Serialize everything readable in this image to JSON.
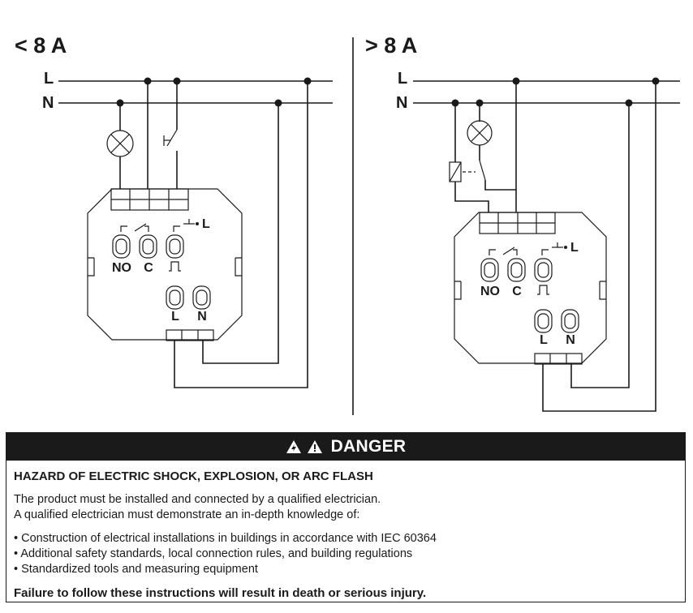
{
  "diagram": {
    "left": {
      "heading": "< 8 A",
      "line_L": "L",
      "line_N": "N",
      "terminal_no": "NO",
      "terminal_c": "C",
      "terminal_pulse": "⎍",
      "top_L": "L",
      "bottom_L": "L",
      "bottom_N": "N"
    },
    "right": {
      "heading": "> 8 A",
      "line_L": "L",
      "line_N": "N",
      "terminal_no": "NO",
      "terminal_c": "C",
      "terminal_pulse": "⎍",
      "top_L": "L",
      "bottom_L": "L",
      "bottom_N": "N"
    }
  },
  "danger": {
    "title": "DANGER",
    "icons": [
      "electric-warning-icon",
      "warning-icon"
    ],
    "hazard": "HAZARD OF ELECTRIC SHOCK, EXPLOSION, OR ARC FLASH",
    "intro": [
      "The product must be installed and connected by a qualified electrician.",
      "A qualified electrician must demonstrate an in-depth knowledge of:"
    ],
    "items": [
      "Construction of electrical installations in buildings in accordance with IEC 60364",
      "Additional safety standards, local connection rules, and building regulations",
      "Standardized tools and measuring equipment"
    ],
    "failure": "Failure to follow these instructions will result in death or serious injury."
  }
}
